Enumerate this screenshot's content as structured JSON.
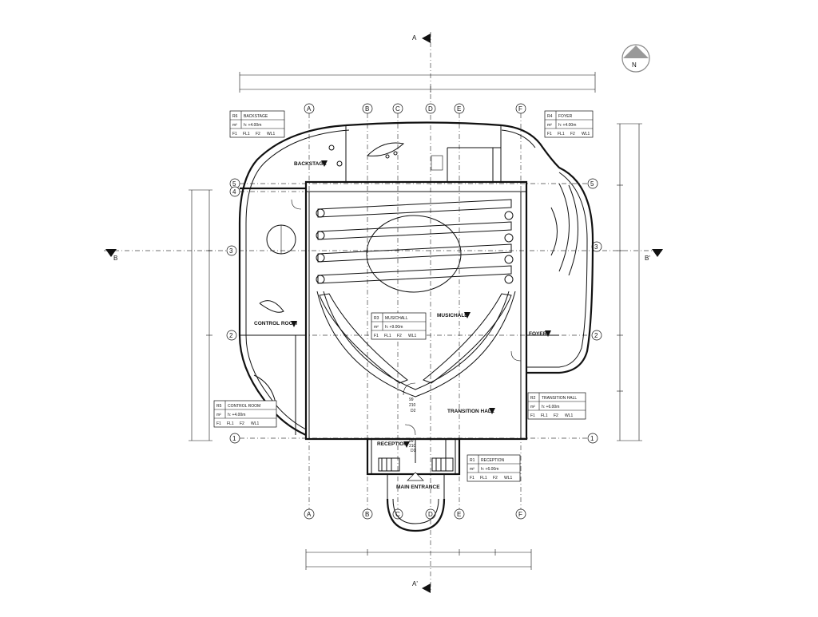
{
  "section_marks": {
    "a_top": "A",
    "a_bottom": "A'",
    "b_left": "B",
    "b_right": "B'"
  },
  "north": {
    "label": "N"
  },
  "grid": {
    "columns": [
      "A",
      "B",
      "C",
      "D",
      "E",
      "F"
    ],
    "rows": [
      "5",
      "4",
      "3",
      "2",
      "1"
    ]
  },
  "rooms": [
    {
      "code": "R6",
      "name": "BACKSTAGE",
      "height": "h: +4.00m",
      "unit": "m²",
      "finishes": [
        "F1",
        "FL1",
        "F2",
        "WL1"
      ]
    },
    {
      "code": "R4",
      "name": "FOYER",
      "height": "h: +4.00m",
      "unit": "m²",
      "finishes": [
        "F1",
        "FL1",
        "F2",
        "WL1"
      ]
    },
    {
      "code": "R3",
      "name": "MUSICHALL",
      "height": "h: +9.00m",
      "unit": "m²",
      "finishes": [
        "F1",
        "FL1",
        "F2",
        "WL1"
      ]
    },
    {
      "code": "R5",
      "name": "CONTROL ROOM",
      "height": "h: +4.00m",
      "unit": "m²",
      "finishes": [
        "F1",
        "FL1",
        "F2",
        "WL1"
      ]
    },
    {
      "code": "R2",
      "name": "TRANSITION HALL",
      "height": "h: +6.00m",
      "unit": "m²",
      "finishes": [
        "F1",
        "FL1",
        "F2",
        "WL1"
      ]
    },
    {
      "code": "R1",
      "name": "RECEPTION",
      "height": "h: +6.00m",
      "unit": "m²",
      "finishes": [
        "F1",
        "FL1",
        "F2",
        "WL1"
      ]
    }
  ],
  "plan_labels": {
    "backstage": "BACKSTAGE",
    "control_room": "CONTROL ROOM",
    "musichall": "MUSICHALL",
    "foyer": "FOYER",
    "transition_hall": "TRANSITION HALL",
    "reception": "RECEPTION",
    "main_entrance": "MAIN ENTRANCE"
  },
  "door_tags": {
    "d1_num": "99",
    "d1_h": "210",
    "d1_id": "D2",
    "d2_num": "99",
    "d2_h": "210",
    "d2_id": "D1"
  }
}
